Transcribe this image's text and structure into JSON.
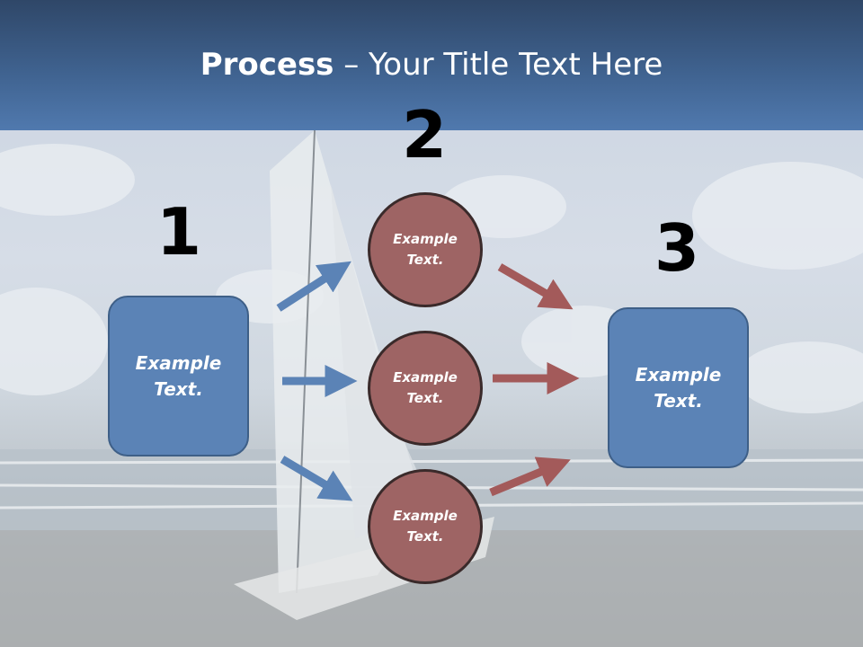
{
  "slide": {
    "title_bold": "Process",
    "title_rest": " – Your Title Text Here",
    "steps": [
      {
        "number": "1",
        "line1": "Example",
        "line2": "Text."
      },
      {
        "number": "2"
      },
      {
        "number": "3",
        "line1": "Example",
        "line2": "Text."
      }
    ],
    "circles": [
      {
        "line1": "Example",
        "line2": "Text."
      },
      {
        "line1": "Example",
        "line2": "Text."
      },
      {
        "line1": "Example",
        "line2": "Text."
      }
    ]
  },
  "colors": {
    "title_bar": "#3f628f",
    "box_fill": "#5b83b6",
    "circle_fill": "#9e6464",
    "arrow_blue": "#5b83b6",
    "arrow_red": "#a35a5a"
  }
}
